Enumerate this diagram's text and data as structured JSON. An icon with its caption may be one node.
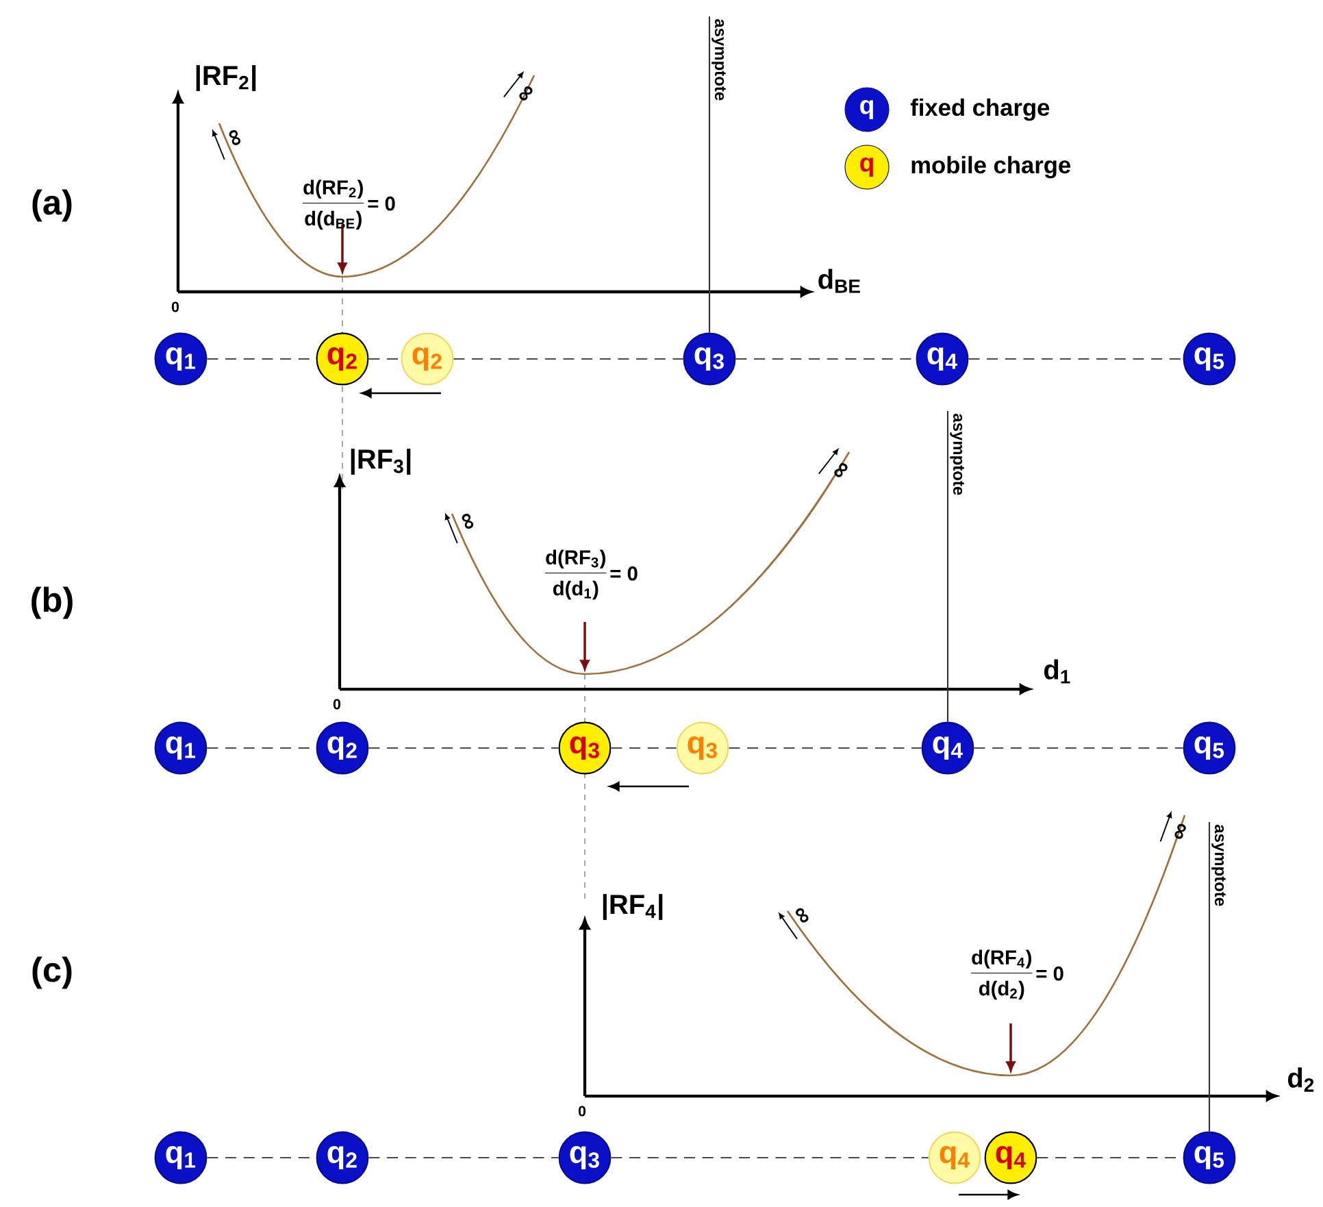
{
  "diagram": {
    "nodes": [
      {
        "text": [
          "q$_{1}$"
        ]
      },
      {
        "text": [
          "q$_{2}$"
        ]
      },
      {
        "text": [
          "q$_{2}$"
        ]
      },
      {
        "text": [
          "q$_{3}$"
        ]
      },
      {
        "text": [
          "q$_{4}$"
        ]
      },
      {
        "text": [
          "q$_{5}$"
        ]
      },
      {
        "text": [
          "q$_{1}$"
        ]
      },
      {
        "text": [
          "q$_{2}$"
        ]
      },
      {
        "text": [
          "q$_{3}$"
        ]
      },
      {
        "text": [
          "q$_{3}$"
        ]
      },
      {
        "text": [
          "q$_{4}$"
        ]
      },
      {
        "text": [
          "q$_{5}$"
        ]
      },
      {
        "text": [
          "q$_{1}$"
        ]
      },
      {
        "text": [
          "q$_{2}$"
        ]
      },
      {
        "text": [
          "q$_{3}$"
        ]
      },
      {
        "text": [
          "q$_{4}$"
        ]
      },
      {
        "text": [
          "q$_{4}$"
        ]
      },
      {
        "text": [
          "q$_{5}$"
        ]
      },
      {
        "text": [
          "asymptote"
        ]
      },
      {
        "text": [
          "asymptote"
        ]
      },
      {
        "text": [
          "asymptote"
        ]
      }
    ],
    "edges": [
      {
        "from": 0,
        "to": 1,
        "arrow": "none",
        "style": "dashed"
      },
      {
        "from": 1,
        "to": 2,
        "arrow": "none",
        "style": "dashed"
      },
      {
        "from": 2,
        "to": 3,
        "arrow": "none",
        "style": "dashed"
      },
      {
        "from": 3,
        "to": 4,
        "arrow": "none",
        "style": "dashed"
      },
      {
        "from": 4,
        "to": 5,
        "arrow": "none",
        "style": "dashed"
      },
      {
        "from": 6,
        "to": 7,
        "arrow": "none",
        "style": "dashed"
      },
      {
        "from": 7,
        "to": 8,
        "arrow": "none",
        "style": "dashed"
      },
      {
        "from": 8,
        "to": 9,
        "arrow": "none",
        "style": "dashed"
      },
      {
        "from": 9,
        "to": 10,
        "arrow": "none",
        "style": "dashed"
      },
      {
        "from": 10,
        "to": 11,
        "arrow": "none",
        "style": "dashed"
      },
      {
        "from": 12,
        "to": 13,
        "arrow": "none",
        "style": "dashed"
      },
      {
        "from": 13,
        "to": 14,
        "arrow": "none",
        "style": "dashed"
      },
      {
        "from": 14,
        "to": 15,
        "arrow": "none",
        "style": "dashed"
      },
      {
        "from": 16,
        "to": 17,
        "arrow": "none",
        "style": "dashed"
      },
      {
        "from": 18,
        "to": 3,
        "arrow": "none"
      },
      {
        "from": 19,
        "to": 10,
        "arrow": "none"
      },
      {
        "from": 20,
        "to": 17,
        "arrow": "none"
      }
    ],
    "labels": [
      "|RF$_{2}$|",
      "∞",
      "∞",
      "q",
      "q",
      "(a)",
      "d(RF$_{2}$)",
      "d(d$_{BE}$)",
      "= 0",
      "d$_{BE}$",
      "0",
      "|RF$_{3}$|",
      "∞",
      "∞",
      "(b)",
      "d(RF$_{3}$)",
      "d(d$_{1}$)",
      "= 0",
      "d$_{1}$",
      "0",
      "∞",
      "|RF$_{4}$|",
      "∞",
      "(c)",
      "d(RF$_{4}$)",
      "d(d$_{2}$)",
      "= 0",
      "d$_{2}$",
      "0"
    ],
    "legend": [
      {
        "text": "fixed charge",
        "color": "#0a10c8"
      },
      {
        "text": "mobile charge",
        "color": "#ffee00"
      }
    ]
  }
}
